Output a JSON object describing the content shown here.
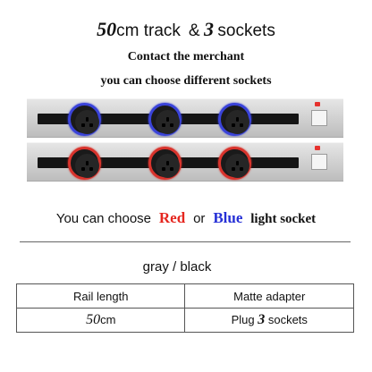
{
  "headline": {
    "length_value": "50",
    "length_unit": "cm track",
    "ampersand": "&",
    "socket_count": "3",
    "socket_word": "sockets"
  },
  "contact": {
    "line1": "Contact the merchant",
    "line2": "you can choose different sockets"
  },
  "colors": {
    "blue_ring": "#3a43d8",
    "red_ring": "#d8332c",
    "indicator": "#e6322e",
    "red_text": "#e5261f",
    "blue_text": "#2630d6"
  },
  "choose_line": {
    "prefix": "You can choose",
    "red": "Red",
    "or": "or",
    "blue": "Blue",
    "suffix": "light socket"
  },
  "color_variant": "gray / black",
  "spec_table": {
    "row1": {
      "col1": "Rail length",
      "col2": "Matte adapter"
    },
    "row2": {
      "col1_value": "50",
      "col1_unit": "cm",
      "col2_prefix": "Plug",
      "col2_value": "3",
      "col2_suffix": "sockets"
    }
  }
}
